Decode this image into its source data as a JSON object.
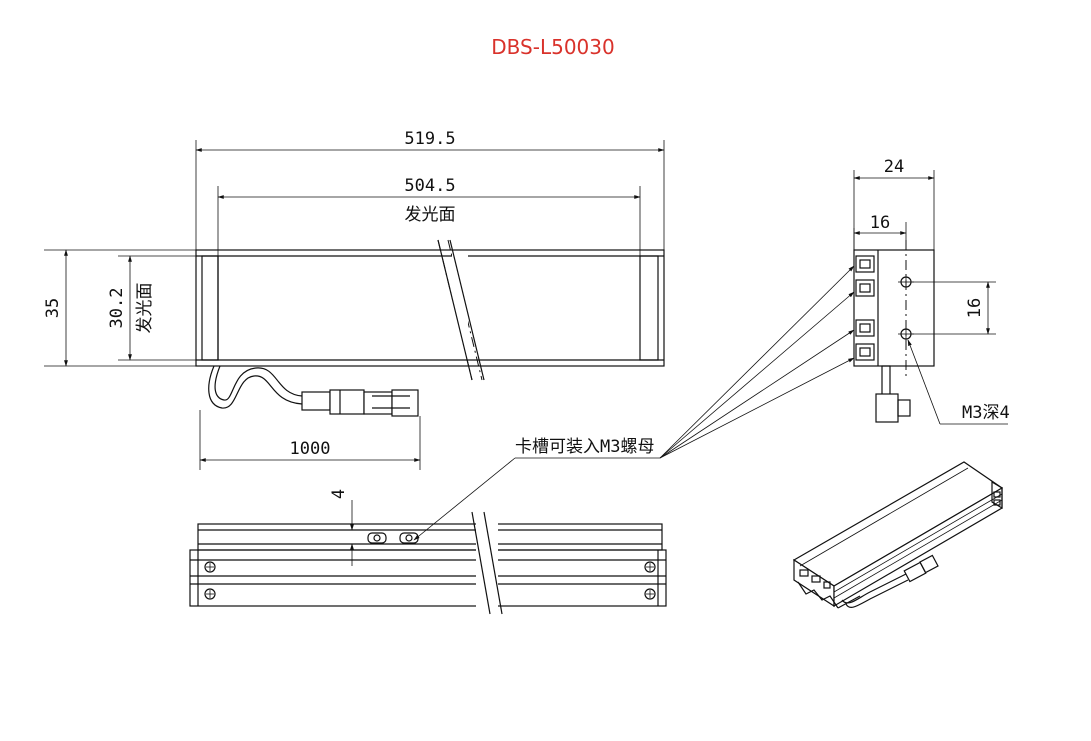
{
  "title": "DBS-L50030",
  "dimensions": {
    "total_length": "519.5",
    "emitting_length": "504.5",
    "emitting_surface": "发光面",
    "height": "35",
    "emitting_height": "30.2",
    "cable_length": "1000",
    "slot_offset": "4",
    "side_width": "24",
    "side_inner": "16",
    "hole_pitch": "16",
    "thread": "M3深4"
  },
  "notes": {
    "slot_note": "卡槽可装入M3螺母"
  }
}
